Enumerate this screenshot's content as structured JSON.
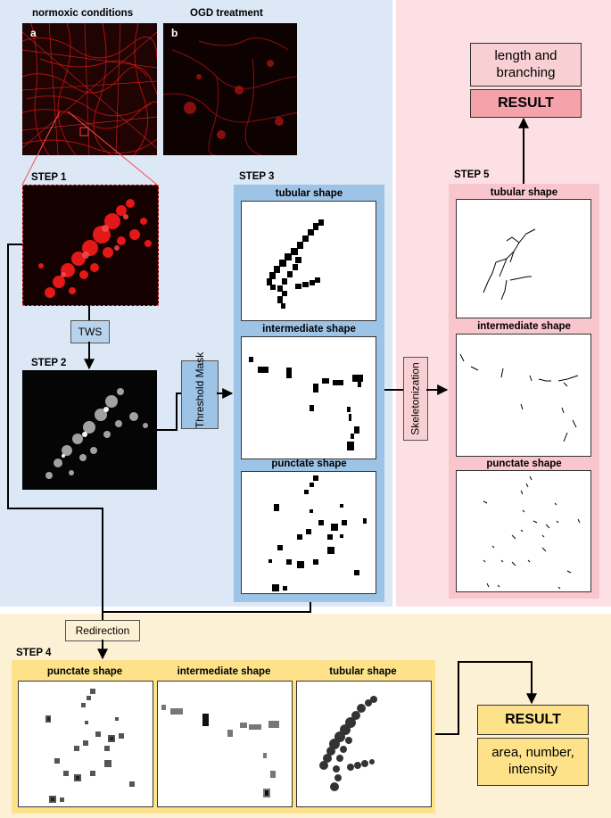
{
  "images": {
    "a_caption": "normoxic conditions",
    "a_letter": "a",
    "b_caption": "OGD treatment",
    "b_letter": "b"
  },
  "steps": {
    "step1": "STEP 1",
    "step2": "STEP 2",
    "step3": "STEP 3",
    "step4": "STEP 4",
    "step5": "STEP 5"
  },
  "tags": {
    "tws": "TWS",
    "threshold_mask": "Threshold Mask",
    "skeletonization": "Skeletonization",
    "redirection": "Redirection"
  },
  "step3_shapes": [
    "tubular shape",
    "intermediate shape",
    "punctate shape"
  ],
  "step5_shapes": [
    "tubular shape",
    "intermediate shape",
    "punctate shape"
  ],
  "step4_shapes": [
    "punctate shape",
    "intermediate shape",
    "tubular shape"
  ],
  "results": {
    "pink_metric": "length and branching",
    "pink_result": "RESULT",
    "yellow_result": "RESULT",
    "yellow_metric": "area, number, intensity"
  },
  "colors": {
    "blue_panel": "#dce8f6",
    "pink_panel": "#fde0e3",
    "yellow_panel": "#fdf1d5",
    "step3_frame": "#9dc3e6",
    "step5_frame": "#f8c6cc",
    "step4_frame": "#fde28a",
    "pink_result_fill": "#f5a3ab",
    "yellow_result_fill": "#fde28a"
  }
}
